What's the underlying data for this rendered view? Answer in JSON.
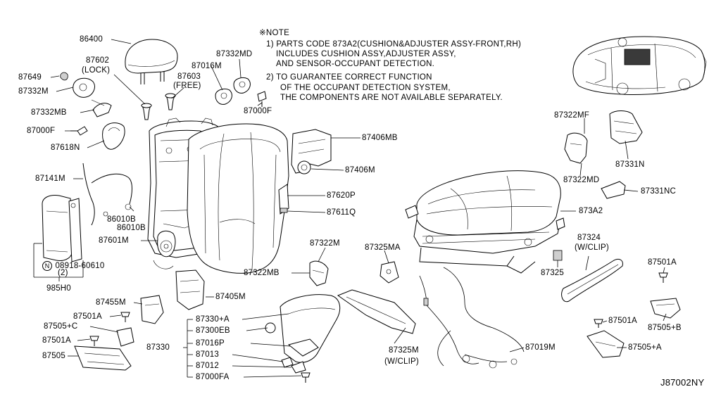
{
  "note": {
    "heading": "※NOTE",
    "lines": [
      "1) PARTS CODE 873A2(CUSHION&ADJUSTER ASSY-FRONT,RH)",
      "INCLUDES CUSHION ASSY,ADJUSTER ASSY,",
      "AND SENSOR-OCCUPANT DETECTION.",
      "2) TO GUARANTEE CORRECT FUNCTION",
      "OF THE OCCUPANT DETECTION SYSTEM,",
      "THE COMPONENTS ARE NOT AVAILABLE SEPARATELY."
    ]
  },
  "parts": {
    "p86400": "86400",
    "p87602": "87602",
    "p87602_sub": "(LOCK)",
    "p87649": "87649",
    "p87332M": "87332M",
    "p87332MD": "87332MD",
    "p87016M": "87016M",
    "p87603": "87603",
    "p87603_sub": "(FREE)",
    "p87000F_top": "87000F",
    "p87332MB": "87332MB",
    "p87000F_left": "87000F",
    "p87618N": "87618N",
    "p87406MB": "87406MB",
    "p87406M": "87406M",
    "p87141M": "87141M",
    "p87620P": "87620P",
    "p87611Q": "87611Q",
    "p86010B_a": "86010B",
    "p86010B_b": "86010B",
    "p87601M": "87601M",
    "p08918": "08918-60610",
    "p08918_prefix": "N",
    "p08918_qty": "(2)",
    "p985H0": "985H0",
    "p87322MF": "87322MF",
    "p87331N": "87331N",
    "p87322MD": "87322MD",
    "p87331NC": "87331NC",
    "p873A2": "873A2",
    "p87324": "87324",
    "p87324_sub": "(W/CLIP)",
    "p87322M": "87322M",
    "p87325MA": "87325MA",
    "p87322MB": "87322MB",
    "p87325": "87325",
    "p87501A_r1": "87501A",
    "p87455M": "87455M",
    "p87405M": "87405M",
    "p87501A_l1": "87501A",
    "p87505C": "87505+C",
    "p87501A_l2": "87501A",
    "p87505": "87505",
    "p87330": "87330",
    "p87330A": "87330+A",
    "p87300EB": "87300EB",
    "p87016P": "87016P",
    "p87013": "87013",
    "p87012": "87012",
    "p87000FA": "87000FA",
    "p87325M": "87325M",
    "p87325M_sub": "(W/CLIP)",
    "p87019M": "87019M",
    "p87501A_r2": "87501A",
    "p87505B": "87505+B",
    "p87505A": "87505+A"
  },
  "diagram_id": "J87002NY",
  "vehicle_icon": "car-top-view-icon"
}
